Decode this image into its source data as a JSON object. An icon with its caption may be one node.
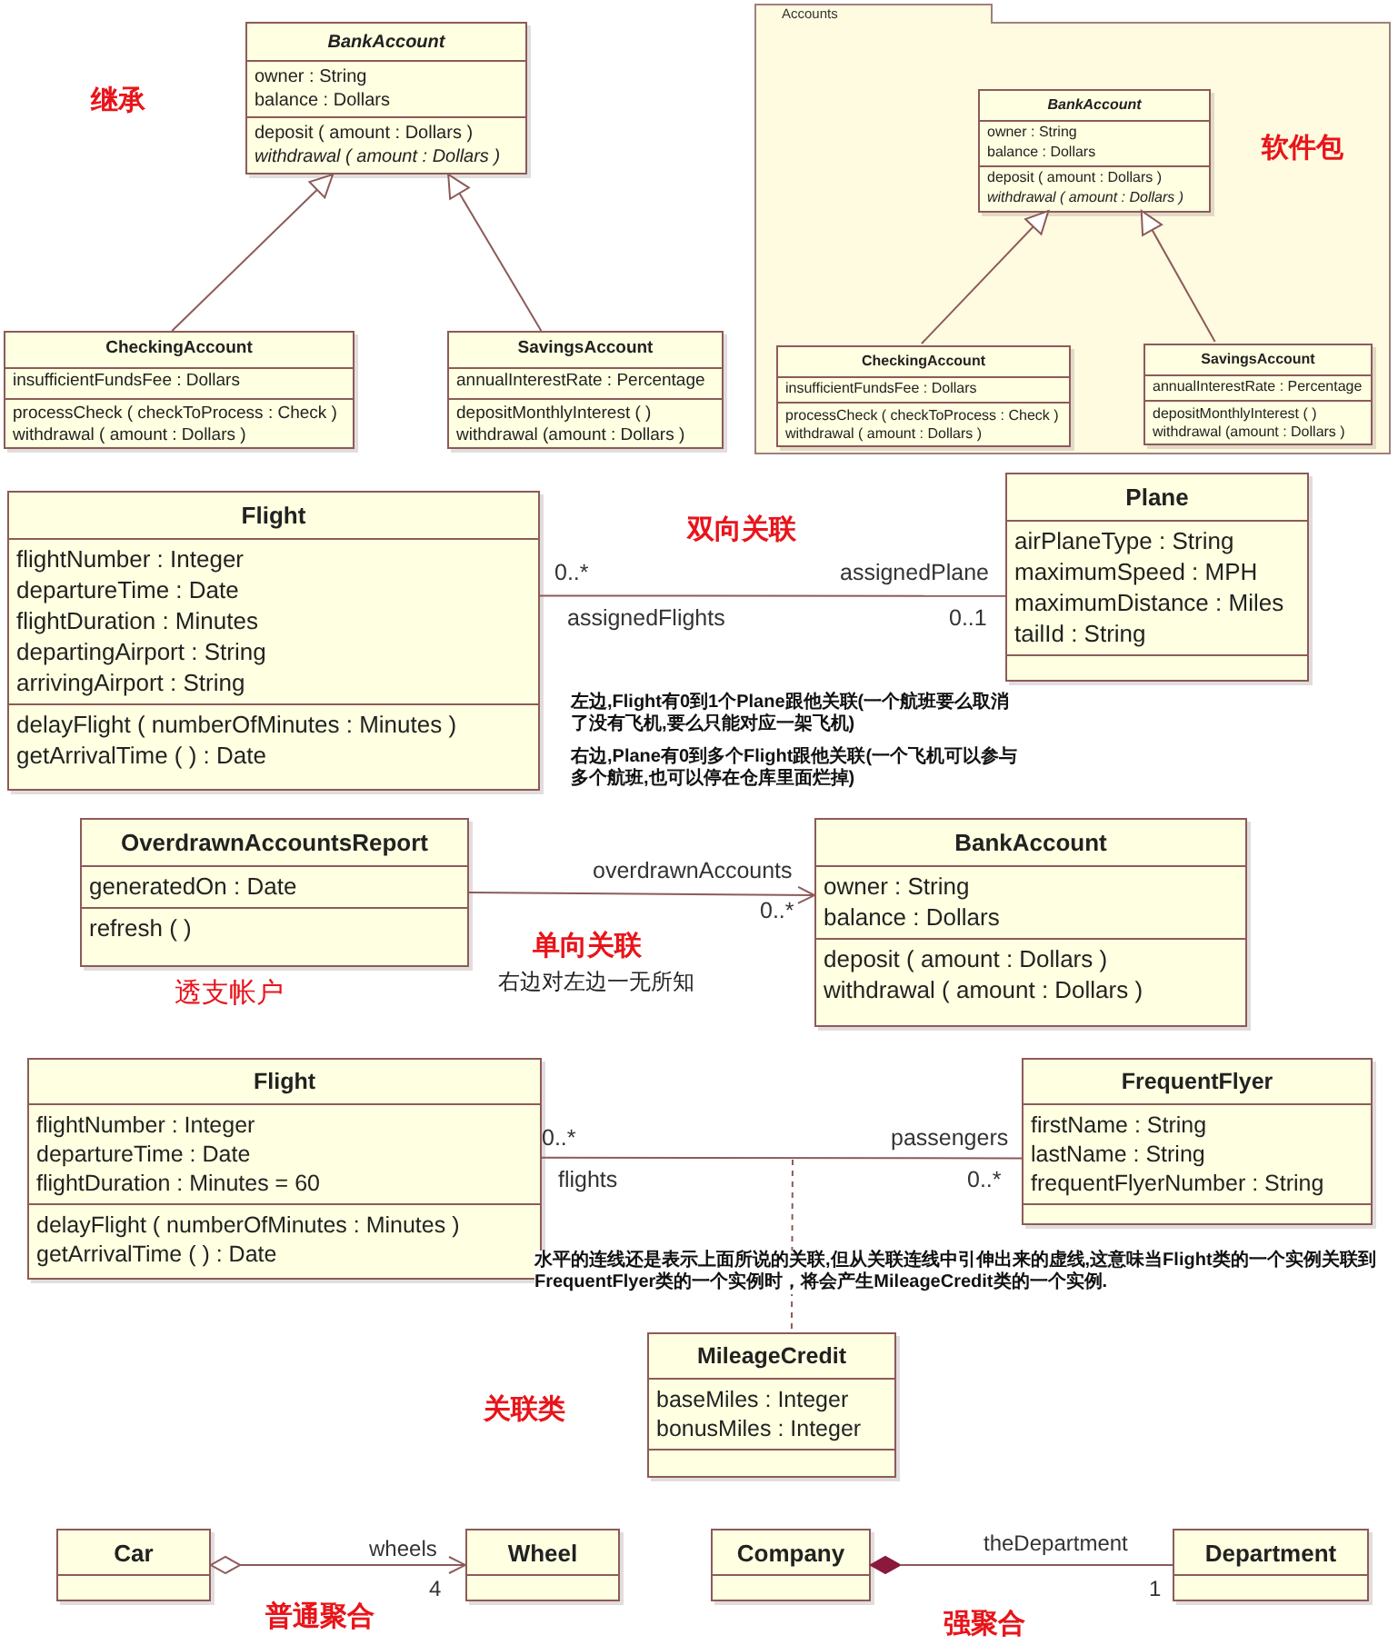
{
  "diagram": {
    "nodes": [
      {
        "text": [
          "BankAccount",
          "owner : String",
          "balance : Dollars",
          "deposit ( amount : Dollars )",
          "withdrawal ( amount : Dollars )"
        ]
      },
      {
        "text": [
          "CheckingAccount",
          "insufficientFundsFee : Dollars",
          "processCheck ( checkToProcess : Check )",
          "withdrawal ( amount : Dollars )"
        ]
      },
      {
        "text": [
          "SavingsAccount",
          "annualInterestRate : Percentage",
          "depositMonthlyInterest ( )",
          "withdrawal (amount : Dollars )"
        ]
      },
      {
        "text": [
          "Accounts"
        ]
      },
      {
        "text": [
          "BankAccount",
          "owner : String",
          "balance : Dollars",
          "deposit ( amount : Dollars )",
          "withdrawal ( amount : Dollars )"
        ],
        "in": 3
      },
      {
        "text": [
          "CheckingAccount",
          "insufficientFundsFee : Dollars",
          "processCheck ( checkToProcess : Check )",
          "withdrawal ( amount : Dollars )"
        ],
        "in": 3
      },
      {
        "text": [
          "SavingsAccount",
          "annualInterestRate : Percentage",
          "depositMonthlyInterest ( )",
          "withdrawal (amount : Dollars )"
        ],
        "in": 3
      },
      {
        "text": [
          "Flight",
          "flightNumber : Integer",
          "departureTime : Date",
          "flightDuration : Minutes",
          "departingAirport : String",
          "arrivingAirport : String",
          "delayFlight ( numberOfMinutes : Minutes )",
          "getArrivalTime ( ) : Date"
        ]
      },
      {
        "text": [
          "Plane",
          "airPlaneType : String",
          "maximumSpeed : MPH",
          "maximumDistance : Miles",
          "tailId : String"
        ]
      },
      {
        "text": [
          "OverdrawnAccountsReport",
          "generatedOn : Date",
          "refresh ( )"
        ]
      },
      {
        "text": [
          "BankAccount",
          "owner : String",
          "balance : Dollars",
          "deposit ( amount : Dollars )",
          "withdrawal ( amount : Dollars )"
        ]
      },
      {
        "text": [
          "Flight",
          "flightNumber : Integer",
          "departureTime : Date",
          "flightDuration : Minutes = 60",
          "delayFlight ( numberOfMinutes : Minutes )",
          "getArrivalTime ( ) : Date"
        ]
      },
      {
        "text": [
          "FrequentFlyer",
          "firstName : String",
          "lastName : String",
          "frequentFlyerNumber : String"
        ]
      },
      {
        "text": [
          "MileageCredit",
          "baseMiles : Integer",
          "bonusMiles : Integer"
        ]
      },
      {
        "text": [
          "Car"
        ]
      },
      {
        "text": [
          "Wheel"
        ]
      },
      {
        "text": [
          "Company"
        ]
      },
      {
        "text": [
          "Department"
        ]
      }
    ],
    "edges": [
      {
        "from": 1,
        "to": 0,
        "arrow": "to"
      },
      {
        "from": 2,
        "to": 0,
        "arrow": "to"
      },
      {
        "from": 5,
        "to": 4,
        "arrow": "to"
      },
      {
        "from": 6,
        "to": 4,
        "arrow": "to"
      },
      {
        "from": 7,
        "to": 8,
        "arrow": "none"
      },
      {
        "from": 9,
        "to": 10,
        "arrow": "to"
      },
      {
        "from": 11,
        "to": 12,
        "arrow": "none"
      },
      {
        "from": null,
        "to": 13,
        "arrow": "none",
        "style": "dashed"
      },
      {
        "from": 14,
        "to": 15,
        "arrow": "to"
      },
      {
        "from": 16,
        "to": 17,
        "arrow": "other"
      }
    ],
    "labels": [
      "继承",
      "软件包",
      "0..*",
      "assignedPlane",
      "双向关联",
      "assignedFlights",
      "0..1",
      "左边,Flight有0到1个Plane跟他关联(一个航班要么取消了没有飞机,要么只能对应一架飞机)",
      "右边,Plane有0到多个Flight跟他关联(一个飞机可以参与多个航班,也可以停在仓库里面烂掉)",
      "overdrawnAccounts",
      "0..*",
      "单向关联",
      "透支帐户",
      "右边对左边一无所知",
      "0..*",
      "passengers",
      "flights",
      "0..*",
      "水平的连线还是表示上面所说的关联,但从关联连线中引伸出来的虚线,这意味当Flight类的一个实例关联到FrequentFlyer类的一个实例时，将会产生MileageCredit类的一个实例.",
      "关联类",
      "wheels",
      "4",
      "普通聚合",
      "theDepartment",
      "1",
      "强聚合"
    ]
  }
}
